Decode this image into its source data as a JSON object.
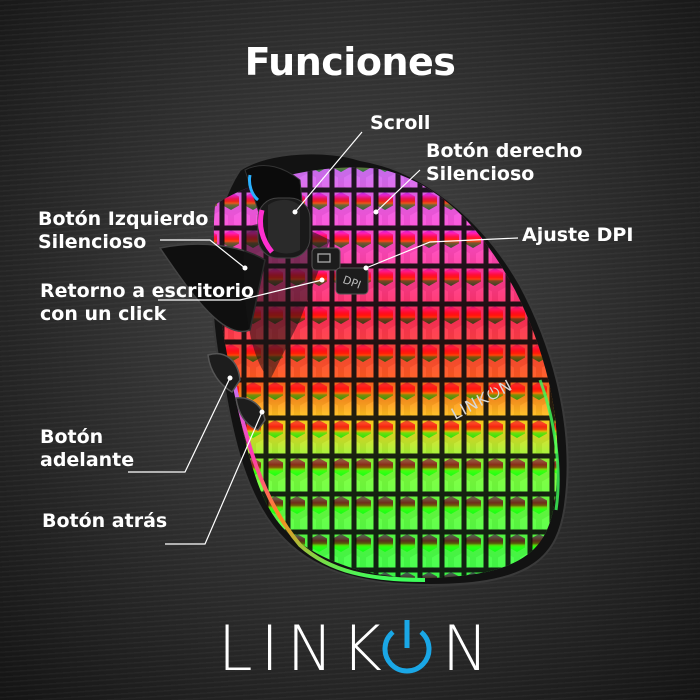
{
  "title": "Funciones",
  "labels": {
    "scroll": "Scroll",
    "right_button_line1": "Botón derecho",
    "right_button_line2": "Silencioso",
    "left_button_line1": "Botón Izquierdo",
    "left_button_line2": "Silencioso",
    "dpi": "Ajuste DPI",
    "desktop_line1": "Retorno a escritorio",
    "desktop_line2": "con un click",
    "forward_line1": "Botón",
    "forward_line2": "adelante",
    "back": "Botón atrás"
  },
  "mouse_logo": "LINK⏻N",
  "dpi_button_text": "DPI",
  "brand": {
    "prefix": "LINK",
    "suffix": "N",
    "power_color": "#1aa7e6",
    "text_color": "#ffffff"
  }
}
